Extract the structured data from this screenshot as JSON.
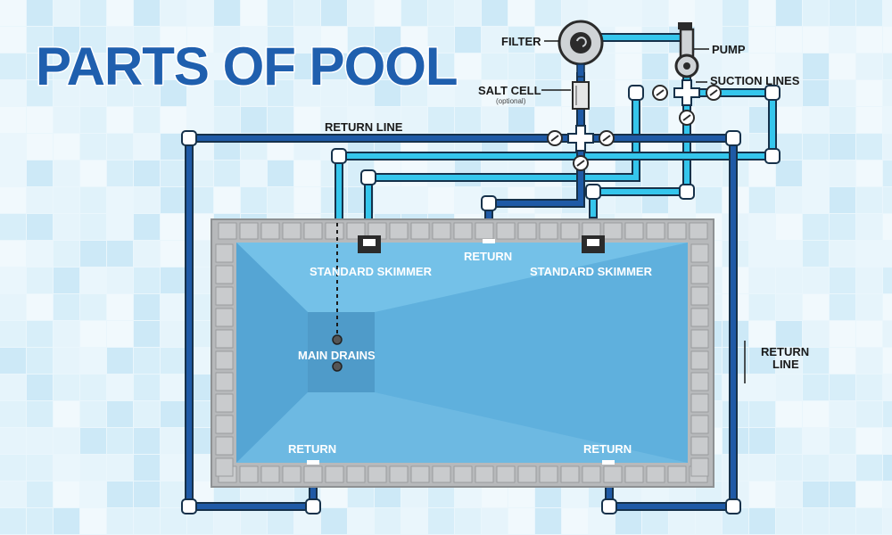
{
  "title": "PARTS OF POOL",
  "labels": {
    "filter": "FILTER",
    "pump": "PUMP",
    "salt_cell": "SALT CELL",
    "salt_cell_note": "(optional)",
    "suction_lines": "SUCTION LINES",
    "return_line_top": "RETURN LINE",
    "return_center": "RETURN",
    "skimmer_left": "STANDARD SKIMMER",
    "skimmer_right": "STANDARD SKIMMER",
    "main_drains": "MAIN DRAINS",
    "return_bottom_left": "RETURN",
    "return_bottom_right": "RETURN",
    "return_line_side_1": "RETURN",
    "return_line_side_2": "LINE"
  },
  "colors": {
    "title": "#1f5fae",
    "return_pipe": "#1f5aa6",
    "suction_pipe": "#35c6ec",
    "pipe_outline": "#16314a",
    "pool_water": "#5fb0dd",
    "coping": "#b7b9bb",
    "label_dark": "#1a1a1a",
    "label_light": "#ffffff"
  }
}
